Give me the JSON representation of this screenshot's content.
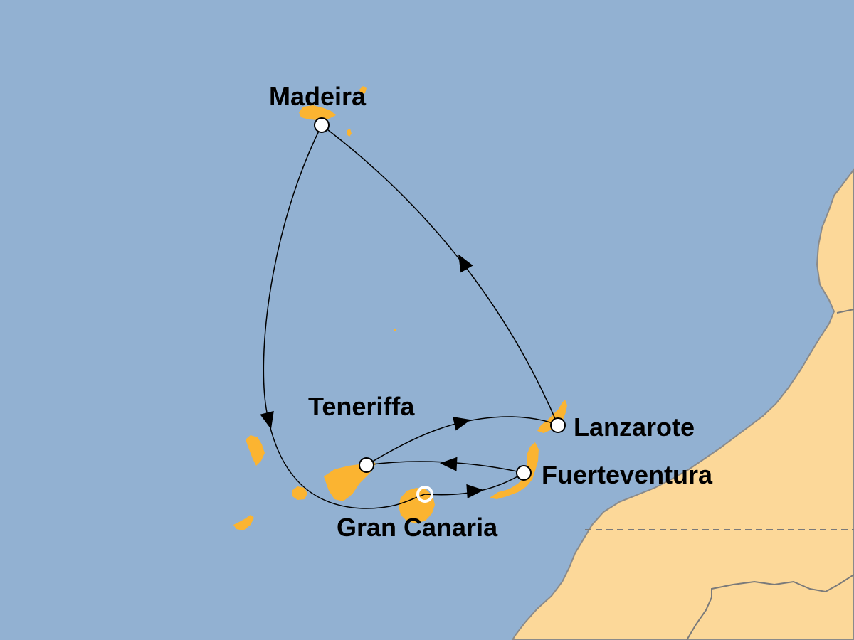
{
  "colors": {
    "sea": "#92b1d2",
    "island": "#fbb431",
    "mainland": "#fcd899",
    "route": "#000000",
    "port_fill": "#ffffff",
    "home_port_ring": "#ffffff"
  },
  "ports": {
    "madeira": "Madeira",
    "teneriffa": "Teneriffa",
    "lanzarote": "Lanzarote",
    "fuerteventura": "Fuerteventura",
    "gran_canaria": "Gran Canaria"
  },
  "route_order": [
    "Gran Canaria",
    "Fuerteventura",
    "Teneriffa",
    "Lanzarote",
    "Madeira",
    "Gran Canaria"
  ],
  "home_port": "Gran Canaria"
}
